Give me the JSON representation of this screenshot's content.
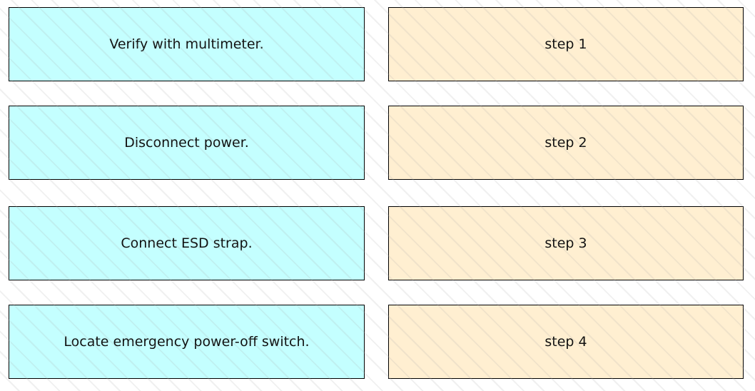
{
  "colors": {
    "source_fill": "#c4ffff",
    "target_fill": "#ffefd1",
    "border": "#000000"
  },
  "sources": [
    "Verify with multimeter.",
    "Disconnect power.",
    "Connect ESD strap.",
    "Locate emergency power-off switch."
  ],
  "targets": [
    "step 1",
    "step 2",
    "step 3",
    "step 4"
  ]
}
